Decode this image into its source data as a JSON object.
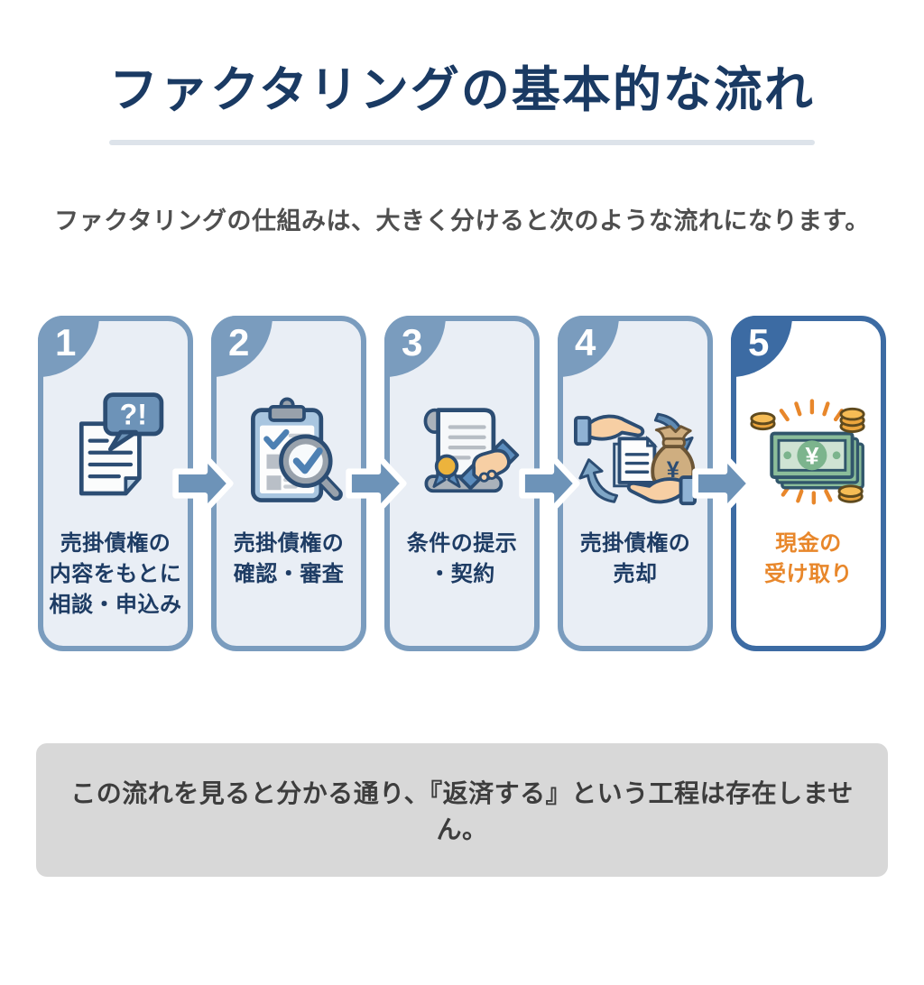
{
  "page": {
    "title": "ファクタリングの基本的な流れ",
    "subtitle": "ファクタリングの仕組みは、大きく分けると次のような流れになります。",
    "note": "この流れを見ると分かる通り、『返済する』という工程は存在しません。"
  },
  "steps": [
    {
      "number": "1",
      "label": "売掛債権の\n内容をもとに\n相談・申込み",
      "icon": "document-question-icon"
    },
    {
      "number": "2",
      "label": "売掛債権の\n確認・審査",
      "icon": "clipboard-magnifier-icon"
    },
    {
      "number": "3",
      "label": "条件の提示\n・契約",
      "icon": "contract-handshake-icon"
    },
    {
      "number": "4",
      "label": "売掛債権の\n売却",
      "icon": "document-moneybag-exchange-icon"
    },
    {
      "number": "5",
      "label": "現金の\n受け取り",
      "icon": "cash-yen-icon"
    }
  ],
  "colors": {
    "title_navy": "#1a3a63",
    "label_navy": "#1e3c64",
    "card_accent_blue": "#7a9cbe",
    "card_background": "#e9eef5",
    "final_card_accent": "#3c6ba3",
    "final_label_orange": "#e8872b",
    "arrow_blue": "#6d93b8",
    "divider_gray": "#dde3ea",
    "note_background": "#d8d8d8",
    "note_text": "#3d3d3d"
  }
}
